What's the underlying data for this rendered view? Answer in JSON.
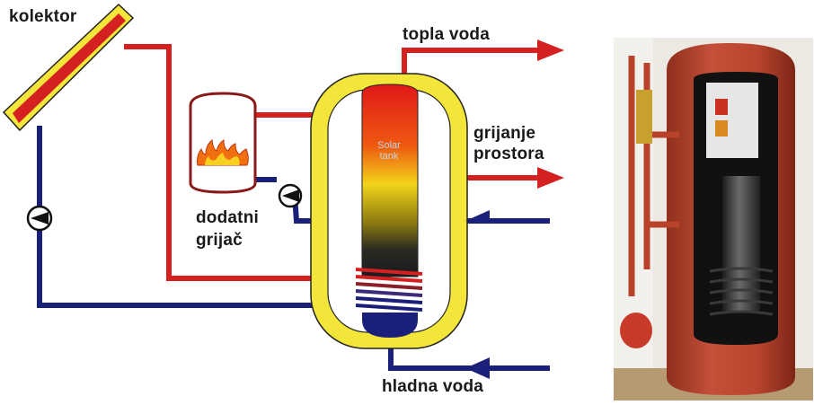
{
  "labels": {
    "collector": "kolektor",
    "hot_water": "topla voda",
    "space_heating_line1": "grijanje",
    "space_heating_line2": "prostora",
    "aux_heater_line1": "dodatni",
    "aux_heater_line2": "grijač",
    "cold_water": "hladna voda",
    "tank_line1": "Solar",
    "tank_line2": "tank"
  },
  "colors": {
    "hot_pipe": "#d42020",
    "cold_pipe": "#1a1f7a",
    "tank_jacket": "#f3e53a",
    "collector_frame": "#f3e53a",
    "collector_panel": "#d42020",
    "photo_tank": "#b8432a"
  },
  "icons": [
    "pump-icon",
    "flame-icon",
    "arrow-right-icon",
    "arrow-left-icon"
  ]
}
